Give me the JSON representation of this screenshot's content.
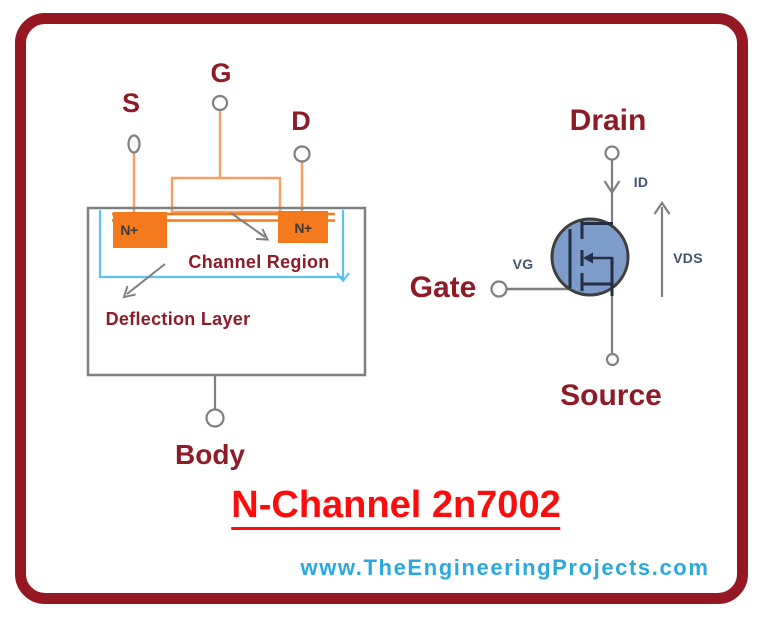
{
  "colors": {
    "border": "#951722",
    "maroon": "#8e1b28",
    "orange_fill": "#f5791d",
    "orange_line": "#f7a064",
    "cyan": "#5bc3f0",
    "gray_line": "#7f7f7f",
    "note_dark": "#44546a",
    "nplus_dark": "#3b3b3b",
    "symbol_fill": "#7d9cc9",
    "symbol_stroke": "#3f3f3f",
    "symbol_inner": "#233043",
    "title_red": "#fb0d0d",
    "website_blue": "#2aa9e1"
  },
  "structure": {
    "source_pin": "S",
    "gate_pin": "G",
    "drain_pin": "D",
    "nplus_left": "N+",
    "nplus_right": "N+",
    "channel_region": "Channel Region",
    "deflection_layer": "Deflection Layer",
    "body": "Body"
  },
  "symbol": {
    "drain": "Drain",
    "gate": "Gate",
    "source": "Source",
    "id": "ID",
    "vg": "VG",
    "vds": "VDS"
  },
  "footer": {
    "title": "N-Channel 2n7002",
    "website": "www.TheEngineeringProjects.com"
  }
}
